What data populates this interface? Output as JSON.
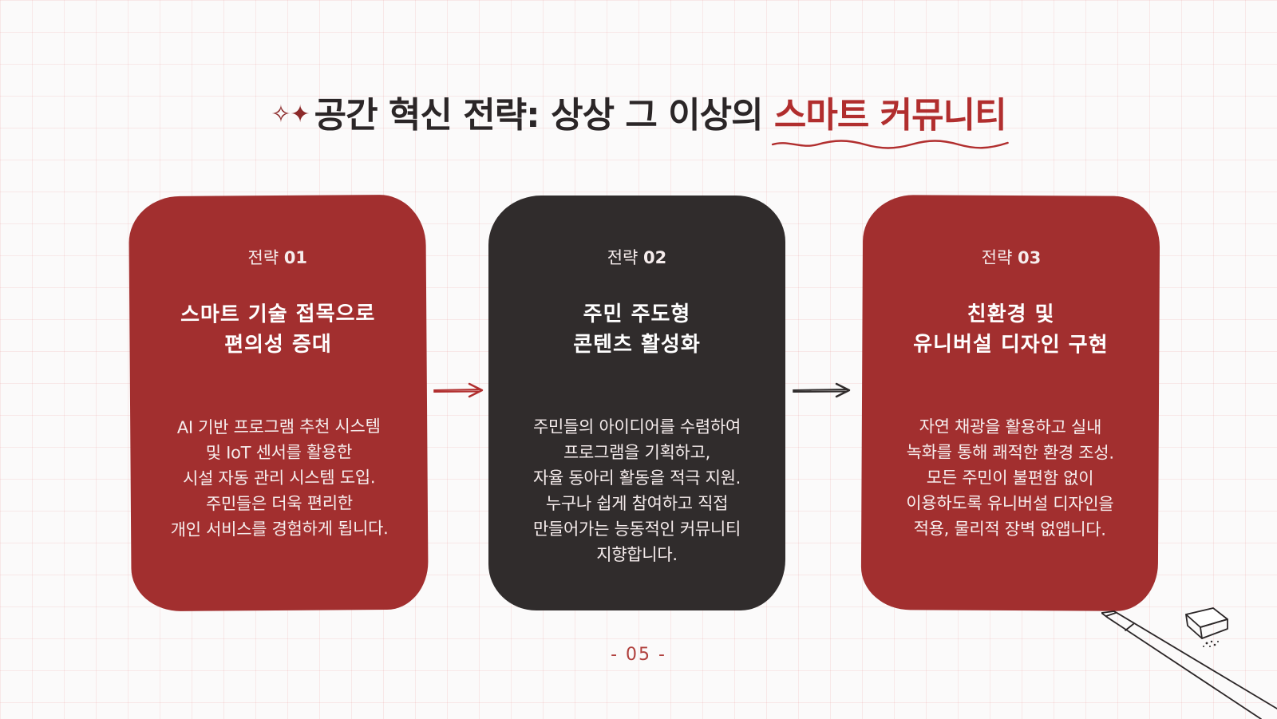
{
  "title": {
    "sparkle_icon": "sparkle-icon",
    "main_text": "공간 혁신 전략: 상상 그 이상의 ",
    "accent_text": "스마트 커뮤니티"
  },
  "cards": [
    {
      "label_prefix": "전략 ",
      "label_number": "01",
      "heading_lines": [
        "스마트 기술 접목으로",
        "편의성 증대"
      ],
      "description_lines": [
        "AI 기반 프로그램 추천 시스템",
        "및 IoT 센서를 활용한",
        "시설 자동 관리 시스템 도입.",
        "주민들은 더욱 편리한",
        "개인 서비스를 경험하게 됩니다."
      ]
    },
    {
      "label_prefix": "전략 ",
      "label_number": "02",
      "heading_lines": [
        "주민 주도형",
        "콘텐츠 활성화"
      ],
      "description_lines": [
        "주민들의 아이디어를 수렴하여",
        "프로그램을 기획하고,",
        "자율 동아리 활동을 적극 지원.",
        "누구나 쉽게 참여하고 직접",
        "만들어가는 능동적인 커뮤니티",
        "지향합니다."
      ]
    },
    {
      "label_prefix": "전략 ",
      "label_number": "03",
      "heading_lines": [
        "친환경 및",
        "유니버설 디자인 구현"
      ],
      "description_lines": [
        "자연 채광을 활용하고 실내",
        "녹화를 통해 쾌적한 환경 조성.",
        "모든 주민이 불편함 없이",
        "이용하도록 유니버설 디자인을",
        "적용, 물리적 장벽 없앱니다."
      ]
    }
  ],
  "page_number": "- 05 -",
  "colors": {
    "red_card": "#a22f2f",
    "dark_card": "#302c2c",
    "accent": "#b12e2e"
  }
}
